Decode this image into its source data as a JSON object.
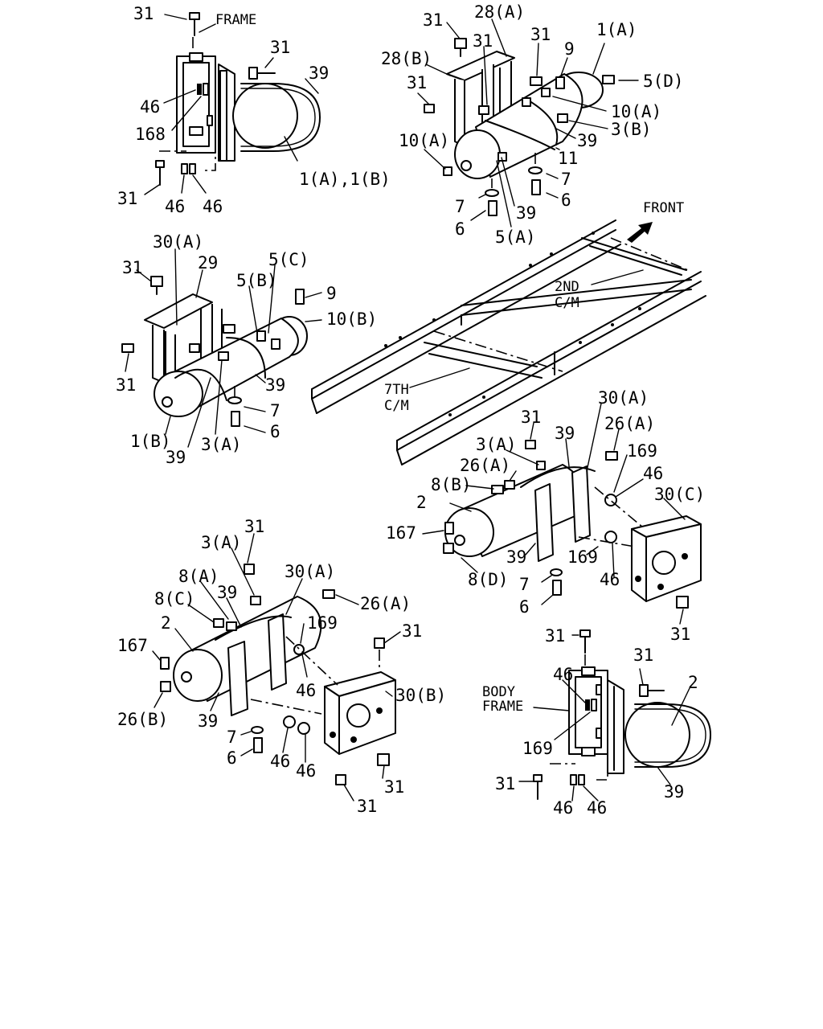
{
  "diagram": {
    "callouts": {
      "tl_31a": "31",
      "tl_frame": "FRAME",
      "tl_31b": "31",
      "tl_39": "39",
      "tl_46": "46",
      "tl_168": "168",
      "tl_1a1b": "1(A),1(B)",
      "tl_31c": "31",
      "tl_46b": "46",
      "tl_46c": "46",
      "tr_31a": "31",
      "tr_28a": "28(A)",
      "tr_28b": "28(B)",
      "tr_31b": "31",
      "tr_31c": "31",
      "tr_9": "9",
      "tr_1a": "1(A)",
      "tr_5d": "5(D)",
      "tr_31d": "31",
      "tr_10a": "10(A)",
      "tr_3b": "3(B)",
      "tr_39": "39",
      "tr_10a2": "10(A)",
      "tr_11": "11",
      "tr_7": "7",
      "tr_6": "6",
      "tr_7b": "7",
      "tr_39b": "39",
      "tr_6b": "6",
      "tr_5a": "5(A)",
      "front": "FRONT",
      "ml_30a": "30(A)",
      "ml_31": "31",
      "ml_29": "29",
      "ml_5c": "5(C)",
      "ml_5b": "5(B)",
      "ml_9": "9",
      "ml_10b": "10(B)",
      "ml_31b": "31",
      "ml_39": "39",
      "ml_7": "7",
      "ml_6": "6",
      "ml_1b": "1(B)",
      "ml_39b": "39",
      "ml_3a": "3(A)",
      "cm_2nd_a": "2ND",
      "cm_2nd_b": "C/M",
      "cm_7th_a": "7TH",
      "cm_7th_b": "C/M",
      "mr_30a": "30(A)",
      "mr_31": "31",
      "mr_39": "39",
      "mr_26a": "26(A)",
      "mr_3a": "3(A)",
      "mr_169": "169",
      "mr_26a2": "26(A)",
      "mr_8b": "8(B)",
      "mr_46": "46",
      "mr_2": "2",
      "mr_30c": "30(C)",
      "mr_167": "167",
      "mr_39b": "39",
      "mr_169b": "169",
      "mr_46b": "46",
      "mr_8d": "8(D)",
      "mr_7": "7",
      "mr_6": "6",
      "mr_31b": "31",
      "bl_31": "31",
      "bl_3a": "3(A)",
      "bl_8a": "8(A)",
      "bl_30a": "30(A)",
      "bl_39": "39",
      "bl_26a": "26(A)",
      "bl_8c": "8(C)",
      "bl_169": "169",
      "bl_2": "2",
      "bl_31b": "31",
      "bl_167": "167",
      "bl_46": "46",
      "bl_30b": "30(B)",
      "bl_26b": "26(B)",
      "bl_39b": "39",
      "bl_7": "7",
      "bl_6": "6",
      "bl_46b": "46",
      "bl_46c": "46",
      "bl_31c": "31",
      "bl_31d": "31",
      "br_31": "31",
      "br_31b": "31",
      "br_46": "46",
      "br_2": "2",
      "br_body": "BODY",
      "br_frame": "FRAME",
      "br_169": "169",
      "br_31c": "31",
      "br_46b": "46",
      "br_46c": "46",
      "br_39": "39"
    }
  }
}
